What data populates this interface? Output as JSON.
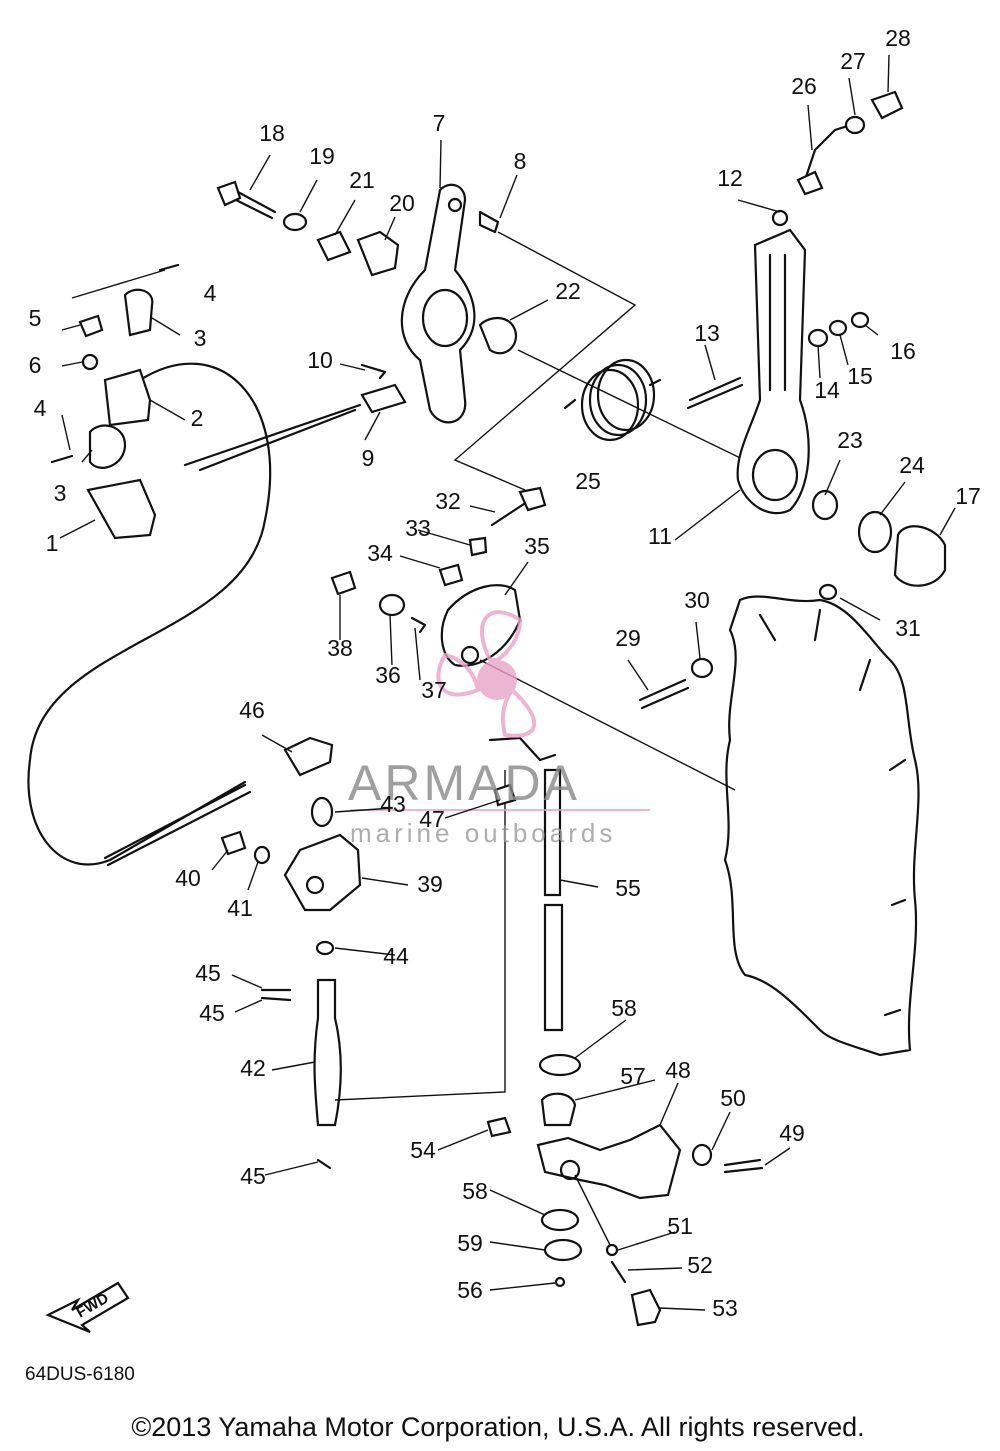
{
  "diagram": {
    "code": "64DUS-6180",
    "copyright": "©2013 Yamaha Motor Corporation, U.S.A. All rights reserved.",
    "fwd_label": "FWD",
    "watermark": {
      "brand": "ARMADA",
      "tagline": "marine outboards",
      "color": "#e8a3c8"
    },
    "callouts": [
      "1",
      "2",
      "3",
      "3",
      "4",
      "4",
      "5",
      "6",
      "7",
      "8",
      "9",
      "10",
      "11",
      "12",
      "13",
      "14",
      "15",
      "16",
      "17",
      "18",
      "19",
      "20",
      "21",
      "22",
      "23",
      "24",
      "25",
      "26",
      "27",
      "28",
      "29",
      "30",
      "31",
      "32",
      "33",
      "34",
      "35",
      "36",
      "37",
      "38",
      "39",
      "40",
      "41",
      "42",
      "43",
      "44",
      "45",
      "45",
      "45",
      "46",
      "47",
      "48",
      "49",
      "50",
      "51",
      "52",
      "53",
      "54",
      "55",
      "56",
      "57",
      "58",
      "58",
      "59"
    ]
  }
}
